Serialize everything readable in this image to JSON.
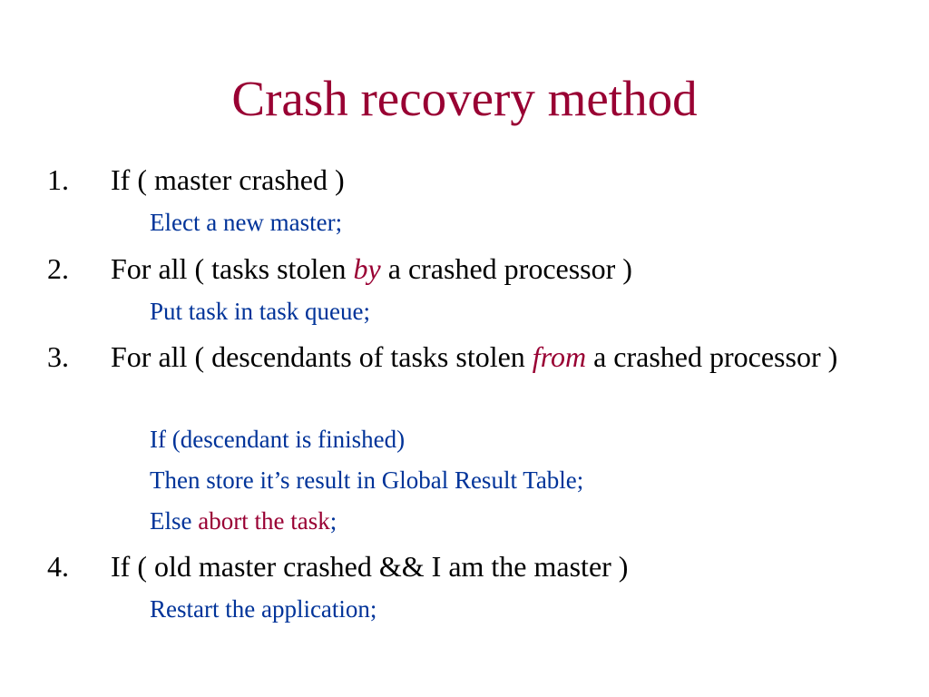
{
  "title": "Crash recovery method",
  "items": [
    {
      "number": "1.",
      "text_before": "If ( master crashed )",
      "sub": [
        "Elect a new master;"
      ]
    },
    {
      "number": "2.",
      "text_before": "For all ( tasks stolen ",
      "emphasis": "by",
      "text_after": " a crashed processor )",
      "sub": [
        "Put task in task queue;"
      ]
    },
    {
      "number": "3.",
      "text_before": "For all ( descendants of tasks stolen ",
      "emphasis": "from",
      "text_after": " a crashed processor )",
      "sub": [
        "If (descendant is finished)",
        "Then store it’s result in Global Result Table;"
      ],
      "sub_last_prefix": "Else ",
      "sub_last_accent": "abort the task",
      "sub_last_suffix": ";"
    },
    {
      "number": "4.",
      "text_before": "If ( old master crashed && I am the master )",
      "sub": [
        "Restart the application;"
      ]
    }
  ],
  "colors": {
    "title": "#990033",
    "emphasis": "#990033",
    "sub_text": "#003399",
    "body_text": "#000000"
  }
}
